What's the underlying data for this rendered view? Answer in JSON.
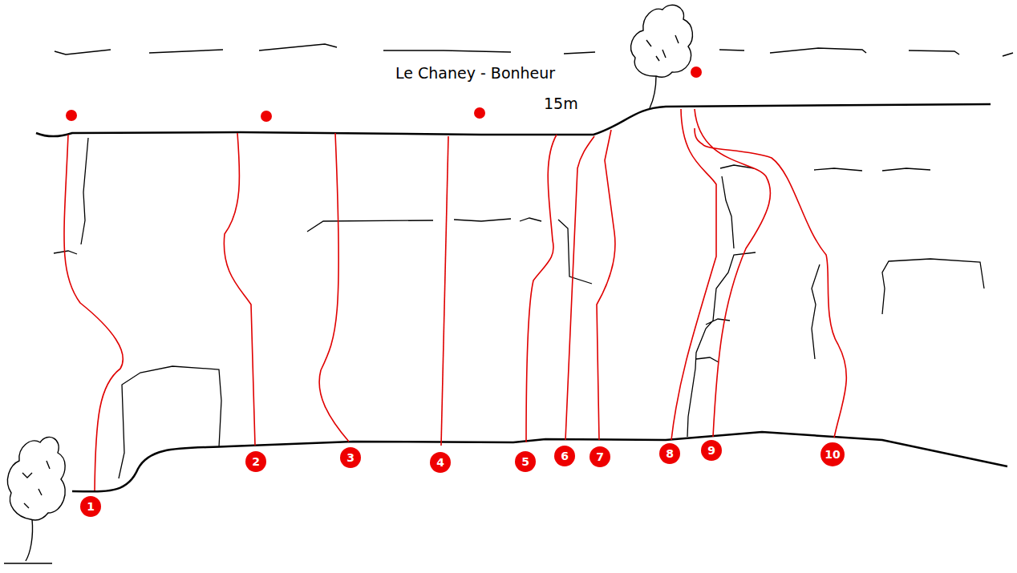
{
  "diagram": {
    "title": "Le Chaney - Bonheur",
    "nodes": [
      {
        "text": [
          "1"
        ]
      },
      {
        "text": [
          "2"
        ]
      },
      {
        "text": [
          "3"
        ]
      },
      {
        "text": [
          "4"
        ]
      },
      {
        "text": [
          "5"
        ]
      },
      {
        "text": [
          "6"
        ]
      },
      {
        "text": [
          "7"
        ]
      },
      {
        "text": [
          "8"
        ]
      },
      {
        "text": [
          "9"
        ]
      },
      {
        "text": [
          "10"
        ]
      }
    ],
    "labels": [
      "15m"
    ]
  }
}
